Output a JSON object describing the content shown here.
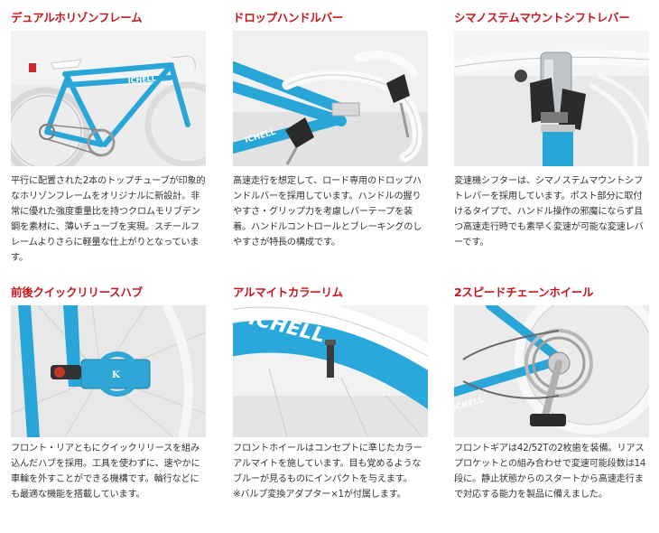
{
  "colors": {
    "title": "#c8161d",
    "text": "#333333",
    "accent_blue": "#29a6d8",
    "photo_bg": "#e6e6e6"
  },
  "features": [
    {
      "title": "デュアルホリゾンフレーム",
      "description": "平行に配置された2本のトップチューブが印象的なホリゾンフレームをオリジナルに新設計。非常に優れた強度重量比を持つクロムモリブデン鋼を素材に、薄いチューブを実現。スチールフレームよりさらに軽量な仕上がりとなっています。"
    },
    {
      "title": "ドロップハンドルバー",
      "description": "高速走行を想定して、ロード専用のドロップハンドルバーを採用しています。ハンドルの握りやすさ・グリップ力を考慮しバーテープを装着。ハンドルコントロールとブレーキングのしやすさが特長の構成です。"
    },
    {
      "title": "シマノステムマウントシフトレバー",
      "description": "変速機シフターは、シマノステムマウントシフトレバーを採用しています。ポスト部分に取付けるタイプで、ハンドル操作の邪魔にならず且つ高速走行時でも素早く変速が可能な変速レバーです。"
    },
    {
      "title": "前後クイックリリースハブ",
      "description": "フロント・リアともにクイックリリースを組み込んだハブを採用。工具を使わずに、速やかに車輪を外すことができる機構です。輪行などにも最適な機能を搭載しています。"
    },
    {
      "title": "アルマイトカラーリム",
      "description": "フロントホイールはコンセプトに準じたカラーアルマイトを施しています。目も覚めるようなブルーが見るものにインパクトを与えます。",
      "note": "※バルブ変換アダプター×1が付属します。"
    },
    {
      "title": "2スピードチェーンホイール",
      "description": "フロントギアは42/52Tの2枚歯を装備。リアスプロケットとの組み合わせで変速可能段数は14段に。静止状態からのスタートから高速走行まで対応する能力を製品に備えました。"
    }
  ]
}
